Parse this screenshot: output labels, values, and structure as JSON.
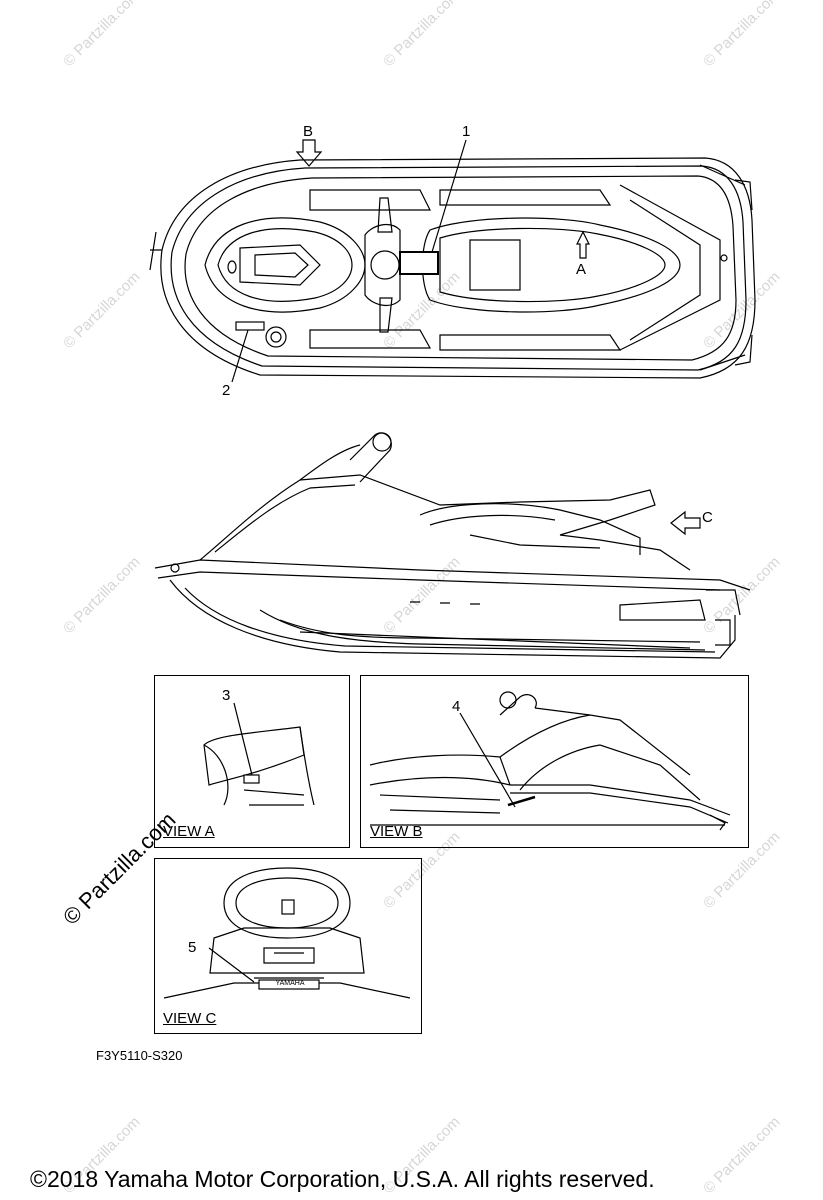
{
  "callouts": {
    "c1": "1",
    "c2": "2",
    "c3": "3",
    "c4": "4",
    "c5": "5"
  },
  "view_arrows": {
    "a": "A",
    "b": "B",
    "c": "C"
  },
  "views": {
    "view_a": "VIEW A",
    "view_b": "VIEW B",
    "view_c": "VIEW C"
  },
  "diagram_code": "F3Y5110-S320",
  "copyright": "©2018  Yamaha Motor Corporation, U.S.A. All rights reserved.",
  "watermark": {
    "big": "© Partzilla.com",
    "small": "© Partzilla.com"
  },
  "decal_text": "YAMAHA"
}
